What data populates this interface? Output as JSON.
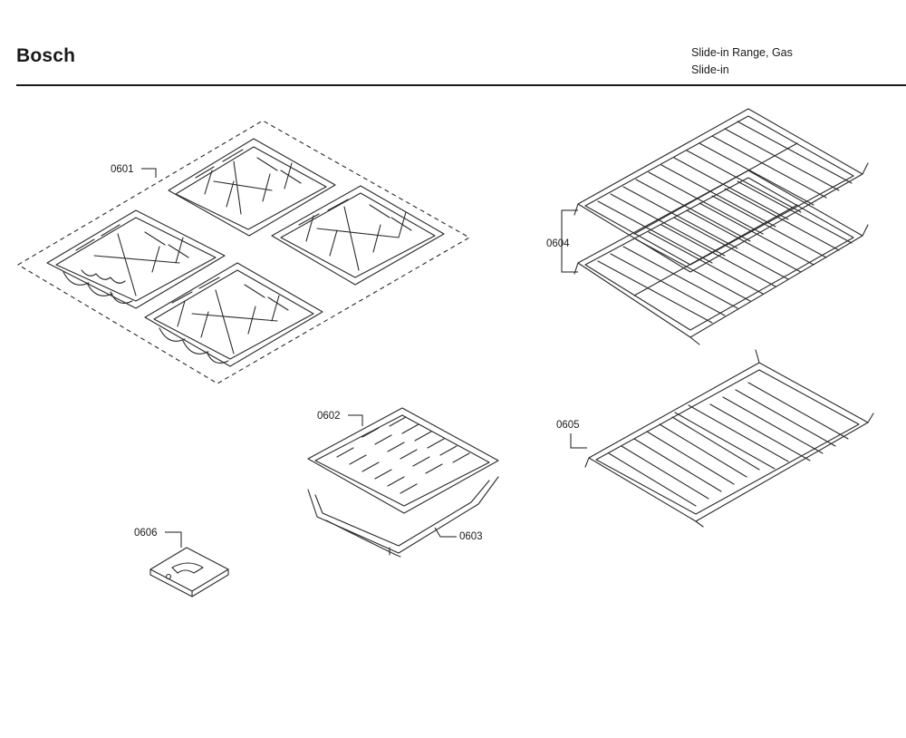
{
  "header": {
    "brand": "Bosch",
    "model_line1": "Slide-in Range, Gas",
    "model_line2": "Slide-in"
  },
  "parts": [
    {
      "id": "0601",
      "icon": "burner-grates-icon"
    },
    {
      "id": "0602",
      "icon": "broil-pan-grid-icon"
    },
    {
      "id": "0603",
      "icon": "broil-pan-icon"
    },
    {
      "id": "0604",
      "icon": "oven-racks-icon"
    },
    {
      "id": "0605",
      "icon": "split-oven-rack-icon"
    },
    {
      "id": "0606",
      "icon": "bracket-icon"
    }
  ]
}
